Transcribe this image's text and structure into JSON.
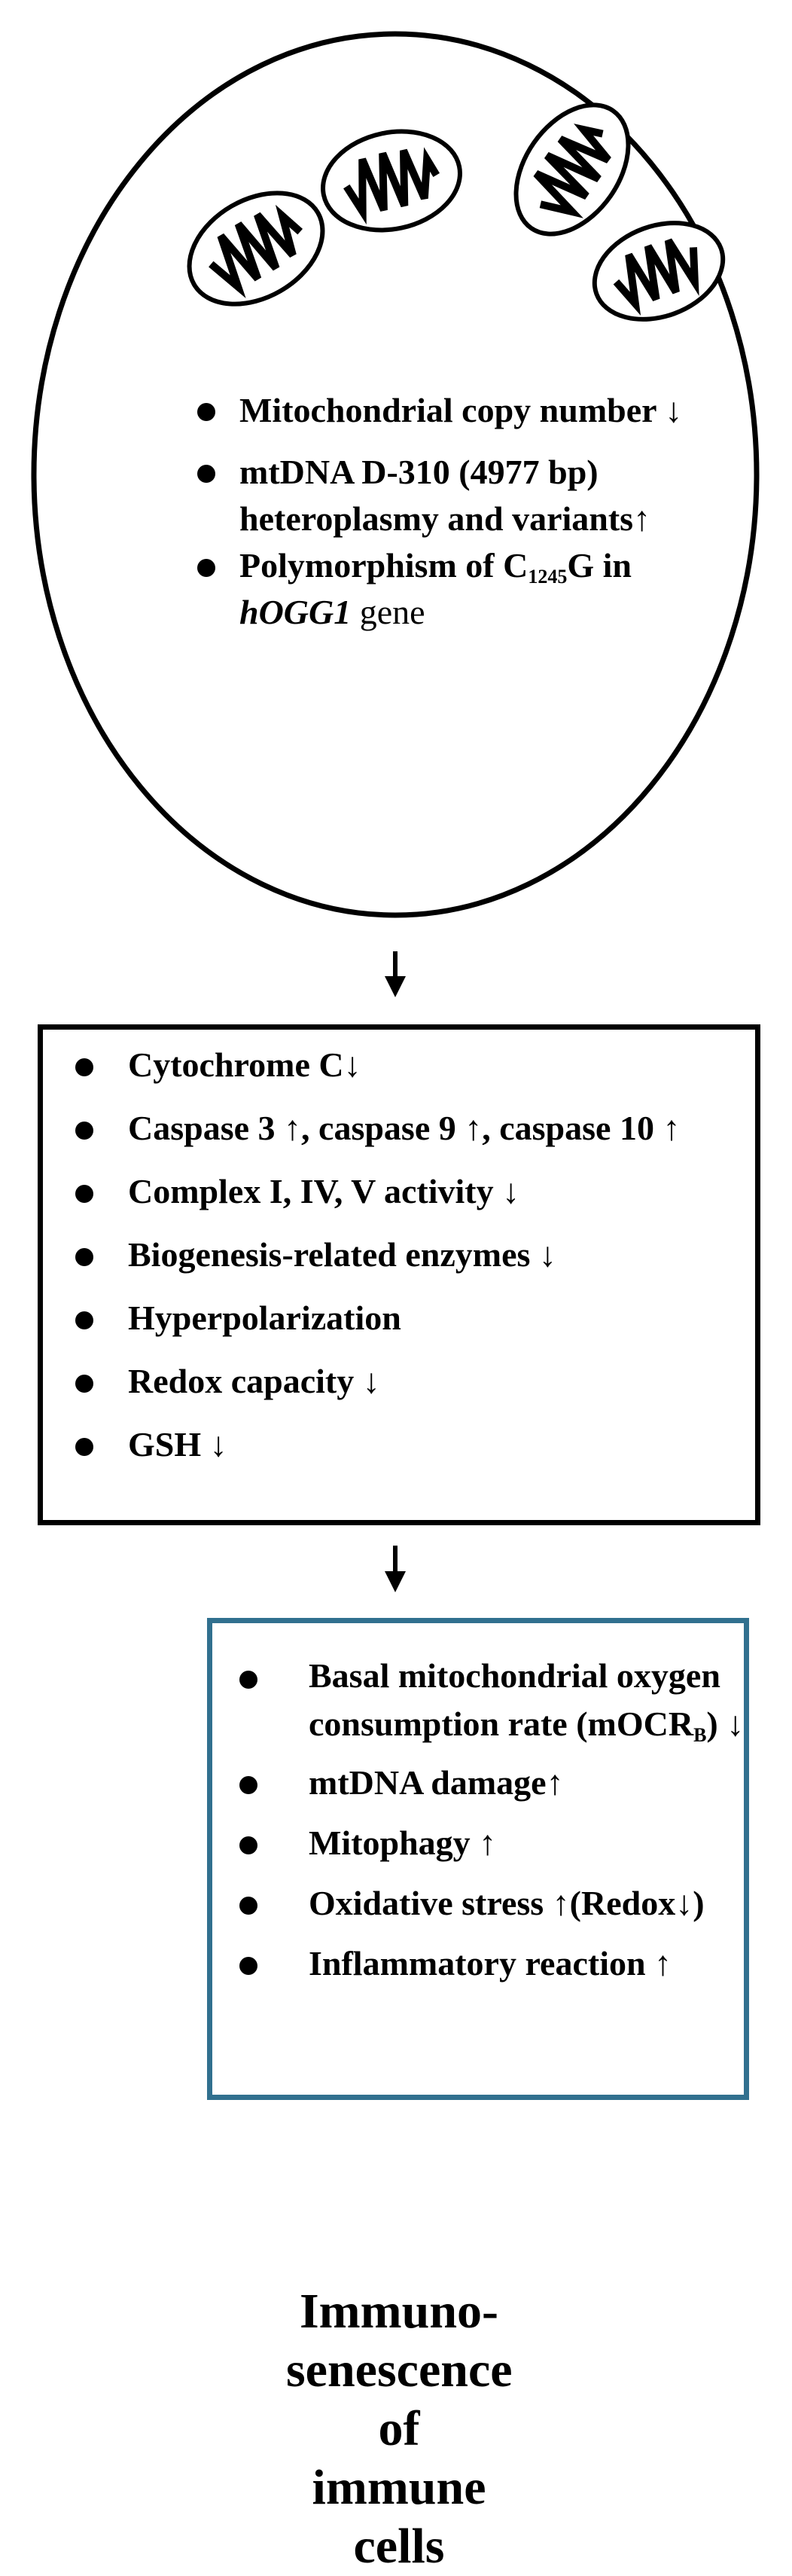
{
  "mito_panel": {
    "items": [
      {
        "text": "Mitochondrial copy number ↓"
      },
      {
        "line1": "mtDNA D-310 (4977 bp)",
        "line2": "heteroplasmy and variants↑"
      },
      {
        "prefix": "Polymorphism of C",
        "sub": "1245",
        "suffix": "G in",
        "italic": "hOGG1",
        "rest": " gene"
      }
    ]
  },
  "box1": {
    "items": [
      "Cytochrome C↓",
      "Caspase 3 ↑, caspase 9 ↑, caspase 10 ↑",
      "Complex I, IV, V activity ↓",
      "Biogenesis-related enzymes ↓",
      "Hyperpolarization",
      "Redox capacity ↓",
      "GSH ↓"
    ]
  },
  "box2": {
    "item1_line1": "Basal mitochondrial oxygen",
    "item1_line2_pre": "consumption rate (mOCR",
    "item1_sub": "B",
    "item1_line2_post": ") ↓",
    "items": [
      "mtDNA damage↑",
      "Mitophagy ↑",
      "Oxidative stress ↑(Redox↓)",
      "Inflammatory reaction ↑"
    ],
    "border_color": "#31708f"
  },
  "outcome": {
    "lines": [
      "Immuno-",
      "senescence",
      "of immune",
      "cells"
    ]
  }
}
